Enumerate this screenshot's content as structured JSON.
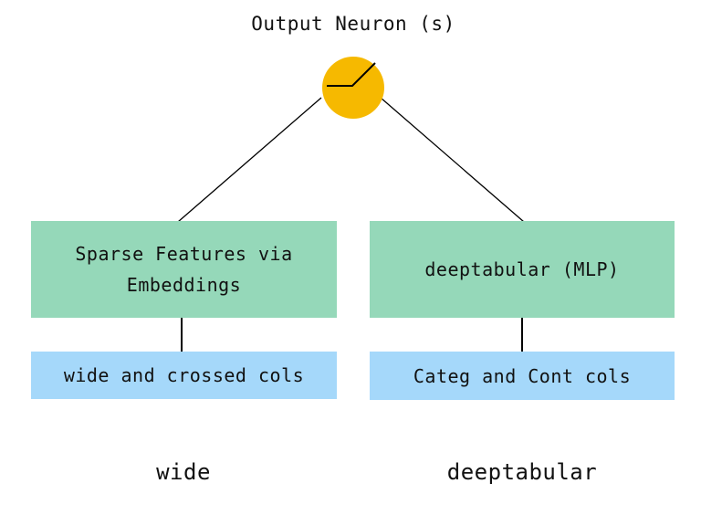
{
  "title": "Output Neuron (s)",
  "neuron": {
    "icon": "relu-activation-icon",
    "color": "#f6b900"
  },
  "branches": [
    {
      "component": "Sparse Features via Embeddings",
      "component_lines": [
        "Sparse Features via",
        "Embeddings"
      ],
      "input": "wide and crossed cols",
      "label": "wide",
      "component_color": "#95d8b9",
      "input_color": "#a5d8fa"
    },
    {
      "component": "deeptabular (MLP)",
      "input": "Categ and Cont cols",
      "label": "deeptabular",
      "component_color": "#95d8b9",
      "input_color": "#a5d8fa"
    }
  ]
}
